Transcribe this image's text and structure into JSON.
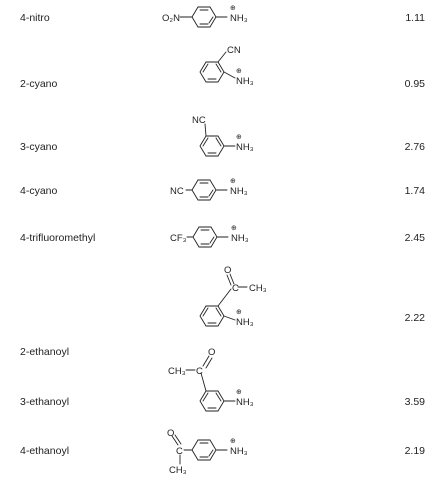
{
  "rows": [
    {
      "name": "4-nitro",
      "value": "1.11",
      "labels": {
        "sub": "O₂N",
        "amine": "NH₃",
        "charge": "⊕"
      }
    },
    {
      "name": "2-cyano",
      "value": "0.95",
      "labels": {
        "sub": "CN",
        "amine": "NH₃",
        "charge": "⊕"
      }
    },
    {
      "name": "3-cyano",
      "value": "2.76",
      "labels": {
        "sub": "NC",
        "amine": "NH₃",
        "charge": "⊕"
      }
    },
    {
      "name": "4-cyano",
      "value": "1.74",
      "labels": {
        "sub": "NC",
        "amine": "NH₃",
        "charge": "⊕"
      }
    },
    {
      "name": "4-trifluoromethyl",
      "value": "2.45",
      "labels": {
        "sub": "CF₃",
        "amine": "NH₃",
        "charge": "⊕"
      }
    },
    {
      "name": "2-ethanoyl",
      "value": "2.22",
      "labels": {
        "oxygen": "O",
        "carbon": "C",
        "methyl": "CH₃",
        "amine": "NH₃",
        "charge": "⊕"
      }
    },
    {
      "name": "3-ethanoyl",
      "value": "3.59",
      "labels": {
        "oxygen": "O",
        "carbon": "C",
        "methyl": "CH₃",
        "amine": "NH₃",
        "charge": "⊕"
      }
    },
    {
      "name": "4-ethanoyl",
      "value": "2.19",
      "labels": {
        "oxygen": "O",
        "carbon": "C",
        "methyl": "CH₃",
        "amine": "NH₃",
        "charge": "⊕"
      }
    }
  ]
}
